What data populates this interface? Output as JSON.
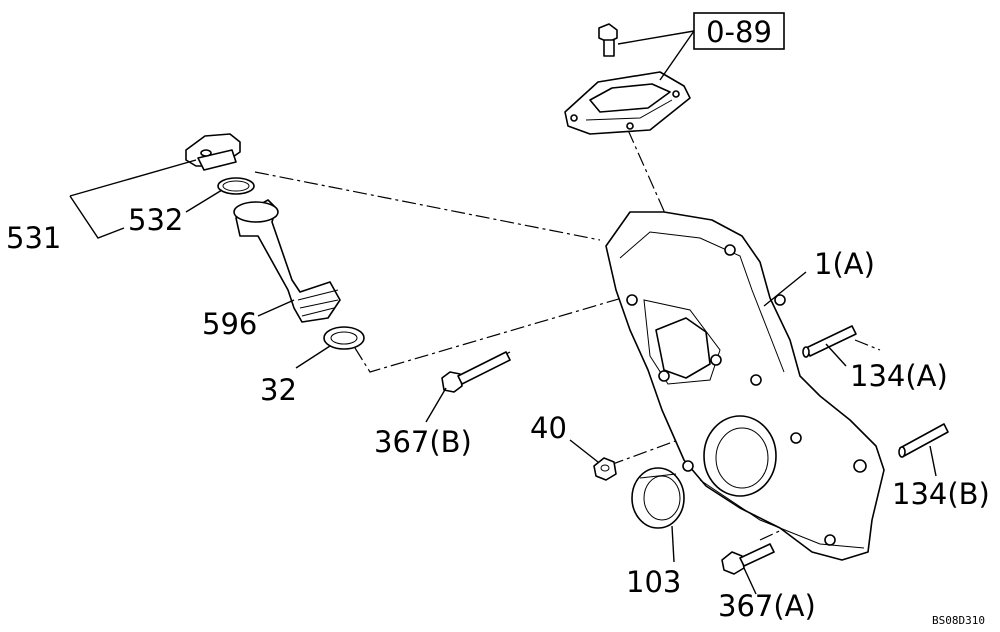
{
  "diagram": {
    "reference_box": "0-89",
    "labels": {
      "p531": "531",
      "p532": "532",
      "p596": "596",
      "p32": "32",
      "p367b": "367(B)",
      "p40": "40",
      "p1a": "1(A)",
      "p134a": "134(A)",
      "p134b": "134(B)",
      "p103": "103",
      "p367a": "367(A)"
    },
    "figure_code": "BS08D310"
  }
}
